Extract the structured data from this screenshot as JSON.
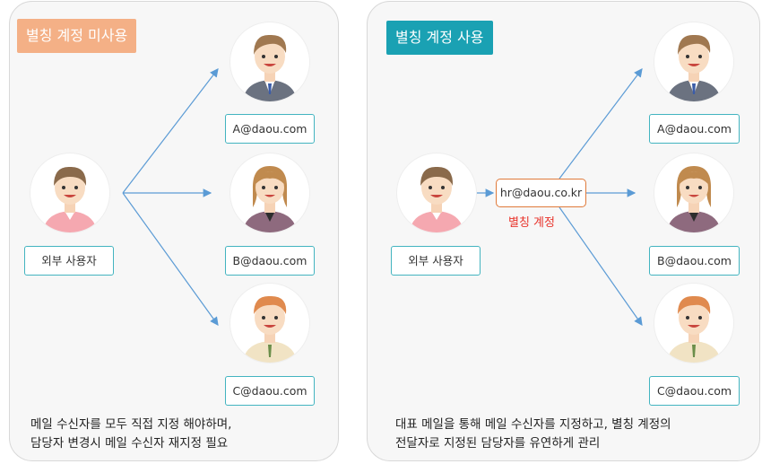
{
  "left": {
    "badge": "별칭 계정 미사용",
    "sender_label": "외부 사용자",
    "recipients": [
      "A@daou.com",
      "B@daou.com",
      "C@daou.com"
    ],
    "description_line1": "메일 수신자를 모두 직접 지정 해야하며,",
    "description_line2": "담당자 변경시 메일 수신자 재지정 필요"
  },
  "right": {
    "badge": "별칭 계정 사용",
    "sender_label": "외부 사용자",
    "alias_address": "hr@daou.co.kr",
    "alias_caption": "별칭 계정",
    "recipients": [
      "A@daou.com",
      "B@daou.com",
      "C@daou.com"
    ],
    "description_line1": "대표 메일을 통해 메일 수신자를 지정하고, 별칭 계정의",
    "description_line2": "전달자로 지정된 담당자를 유연하게 관리"
  },
  "colors": {
    "badge_unused": "#f4b086",
    "badge_used": "#1aa1b3",
    "box_border": "#43b4c0",
    "alias_border": "#e07a3a",
    "alias_text": "#e8352c",
    "arrow": "#5b9bd5"
  },
  "icons": {
    "sender": "man-smiling-pink-shirt-avatar-icon",
    "recipient_a": "man-gray-suit-avatar-icon",
    "recipient_b": "woman-purple-jacket-avatar-icon",
    "recipient_c": "man-ginger-hair-avatar-icon"
  }
}
